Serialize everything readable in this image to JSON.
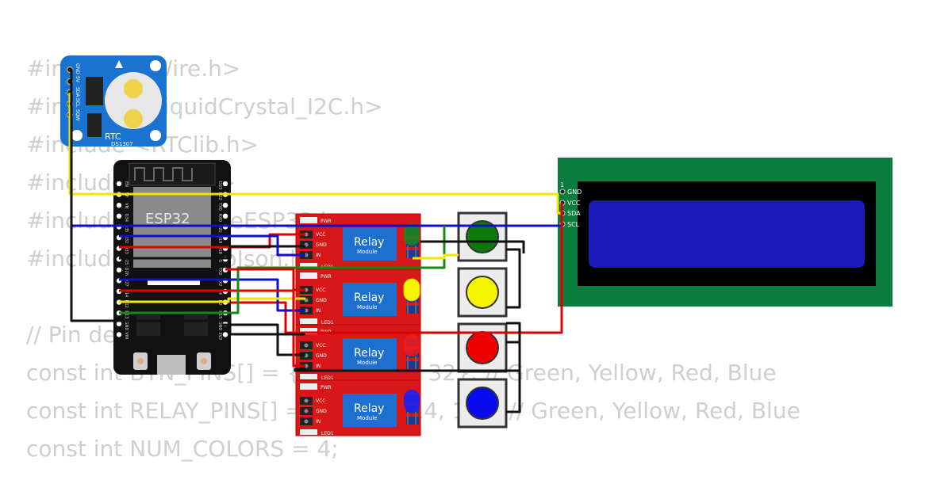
{
  "code_lines": [
    "#include <Wire.h>",
    "#include <LiquidCrystal_I2C.h>",
    "#include <RTClib.h>",
    "#include <WiFi.h>",
    "#include <FirebaseESP32.h>",
    "#include <ArduinoJson.h>",
    "",
    "// Pin definitions",
    "const int BTN_PINS[] = {25, 26, 27, 32}; // Green, Yellow, Red, Blue",
    "const int RELAY_PINS[] = {12, 13, 14, 15}; // Green, Yellow, Red, Blue",
    "const int NUM_COLORS = 4;"
  ],
  "rtc": {
    "title": "RTC",
    "chip": "DS1307",
    "pins": [
      "GND",
      "5V",
      "SDA",
      "SCL",
      "SQW"
    ]
  },
  "esp32": {
    "label": "ESP32",
    "left_pins": [
      "EN",
      "VP",
      "VN",
      "D34",
      "D35",
      "D32",
      "D33",
      "D25",
      "D26",
      "D27",
      "D14",
      "D12",
      "D13",
      "GND",
      "VIN"
    ],
    "right_pins": [
      "D23",
      "D22",
      "TX0",
      "RX0",
      "D21",
      "D19",
      "D18",
      "D5",
      "TX2",
      "RX2",
      "D4",
      "D2",
      "D15",
      "GND",
      "3V3"
    ]
  },
  "relays": [
    {
      "title": "Relay",
      "sub": "Module",
      "pins": [
        "VCC",
        "GND",
        "IN"
      ],
      "pwr": "PWR",
      "led": "LED1"
    },
    {
      "title": "Relay",
      "sub": "Module",
      "pins": [
        "VCC",
        "GND",
        "IN"
      ],
      "pwr": "PWR",
      "led": "LED1"
    },
    {
      "title": "Relay",
      "sub": "Module",
      "pins": [
        "VCC",
        "GND",
        "IN"
      ],
      "pwr": "PWR",
      "led": "LED1"
    },
    {
      "title": "Relay",
      "sub": "Module",
      "pins": [
        "VCC",
        "GND",
        "IN"
      ],
      "pwr": "PWR",
      "led": "LED1"
    }
  ],
  "lcd": {
    "pin_index": "1",
    "pins": [
      "GND",
      "VCC",
      "SDA",
      "SCL"
    ]
  },
  "colors": {
    "green": "#1a8a1a",
    "yellow": "#f5f500",
    "red": "#e00000",
    "blue": "#0000ee",
    "wire_red": "#dd0000",
    "wire_black": "#111111",
    "wire_blue": "#1010c8",
    "wire_yellow": "#f2e600",
    "wire_green": "#138a13"
  }
}
